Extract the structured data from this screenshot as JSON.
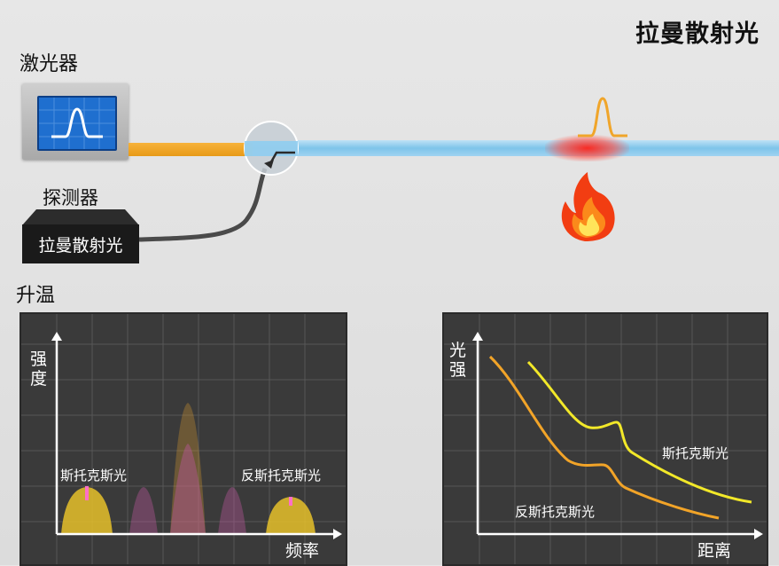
{
  "title": "拉曼散射光",
  "laser": {
    "label": "激光器"
  },
  "detector": {
    "label": "探测器",
    "box_text": "拉曼散射光"
  },
  "heating_label": "升温",
  "spectrum_chart": {
    "y_axis_label": [
      "强",
      "度"
    ],
    "x_axis_label": "频率",
    "stokes_label": "斯托克斯光",
    "anti_stokes_label": "反斯托克斯光"
  },
  "distance_chart": {
    "y_axis_label": [
      "光",
      "强"
    ],
    "x_axis_label": "距离",
    "stokes_label": "斯托克斯光",
    "anti_stokes_label": "反斯托克斯光"
  },
  "colors": {
    "fiber_orange": "#f0a52a",
    "fiber_blue": "#8fcdef",
    "hotspot": "#ff2a1e",
    "curve_yellow": "#f2e829",
    "curve_orange": "#f2a428",
    "peak_gold": "#e6c12a",
    "peak_faint_pink": "#b8579a"
  }
}
